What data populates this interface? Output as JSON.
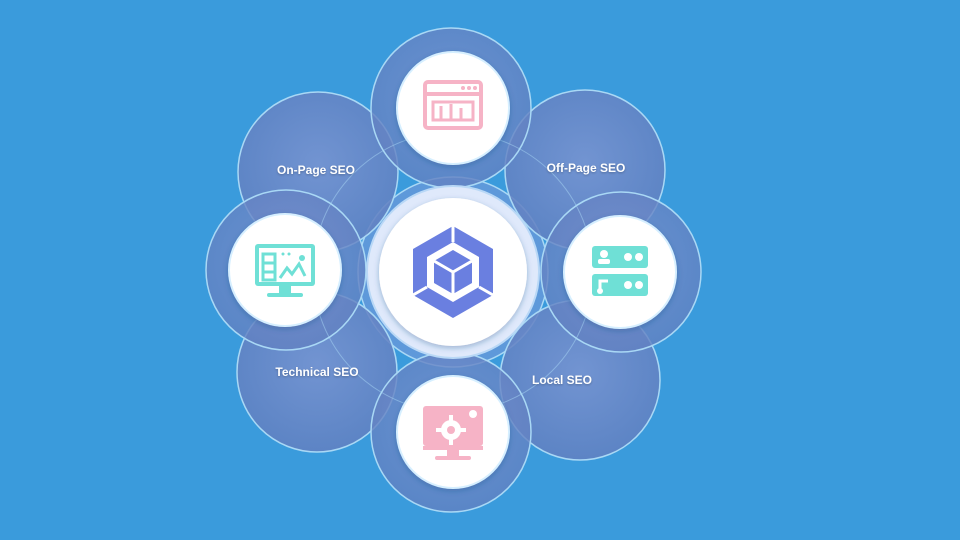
{
  "diagram": {
    "center": {
      "icon": "cube-logo-icon",
      "color": "#6a7fe0"
    },
    "petals": [
      {
        "label": "On-Page SEO"
      },
      {
        "label": "Off-Page SEO"
      },
      {
        "label": "Technical SEO"
      },
      {
        "label": "Local SEO"
      }
    ],
    "icon_nodes": [
      {
        "icon": "browser-chart-icon",
        "color": "#f6b3c6"
      },
      {
        "icon": "monitor-dashboard-icon",
        "color": "#6fe0d6"
      },
      {
        "icon": "server-list-icon",
        "color": "#6fe0d6"
      },
      {
        "icon": "monitor-gear-icon",
        "color": "#f6b3c6"
      }
    ],
    "colors": {
      "background": "#3a9bdc",
      "petal_fill": "#6a86c8",
      "petal_stroke": "#a9d8f5",
      "node_fill": "#ffffff"
    }
  }
}
